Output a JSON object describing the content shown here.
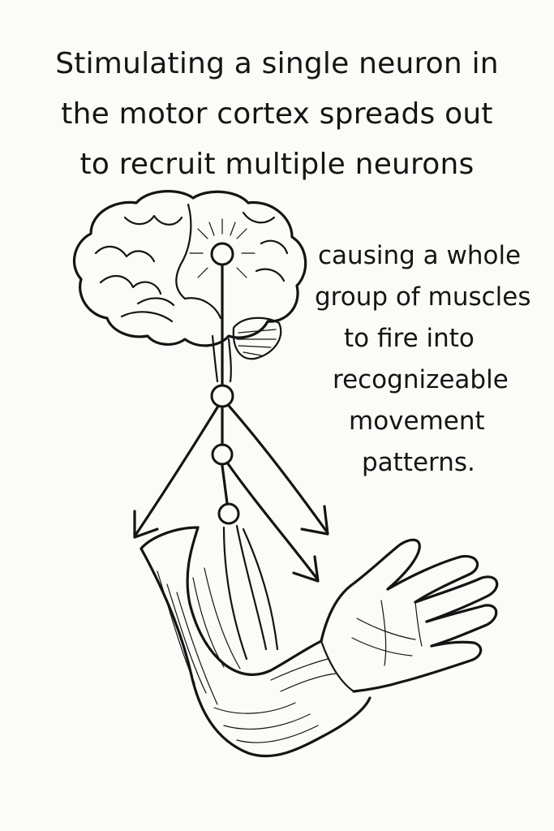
{
  "title_lines": [
    "Stimulating a single neuron in",
    "the motor cortex spreads out",
    "to recruit multiple neurons"
  ],
  "side_note_lines": [
    "causing a whole",
    "group of muscles",
    "to fire into",
    "recognizeable",
    "movement",
    "patterns."
  ]
}
